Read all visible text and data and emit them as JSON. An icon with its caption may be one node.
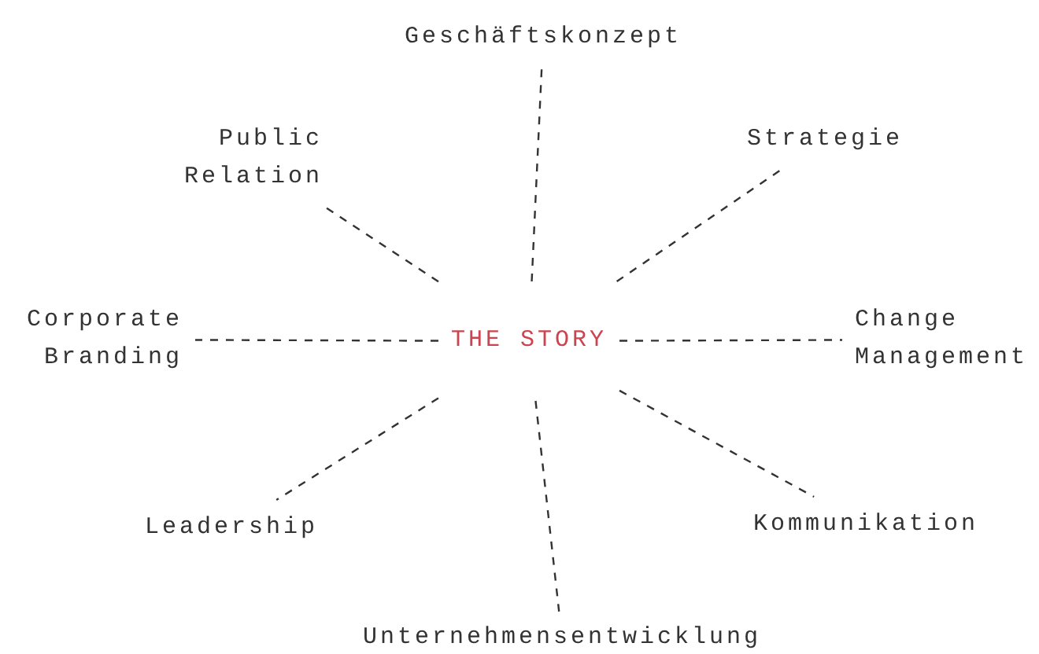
{
  "diagram": {
    "nodes": [
      {
        "text": [
          "THE STORY"
        ]
      },
      {
        "text": [
          "Geschäftskonzept"
        ]
      },
      {
        "text": [
          "Public Relation"
        ]
      },
      {
        "text": [
          "Strategie"
        ]
      },
      {
        "text": [
          "Corporate Branding"
        ]
      },
      {
        "text": [
          "Change Management"
        ]
      },
      {
        "text": [
          "Leadership"
        ]
      },
      {
        "text": [
          "Kommunikation"
        ]
      },
      {
        "text": [
          "Unternehmensentwicklung"
        ]
      }
    ],
    "edges": [
      {
        "from": 0,
        "to": 1,
        "arrow": "none",
        "style": "dashed"
      },
      {
        "from": 0,
        "to": 2,
        "arrow": "none",
        "style": "dashed"
      },
      {
        "from": 0,
        "to": 3,
        "arrow": "none",
        "style": "dashed"
      },
      {
        "from": 0,
        "to": 4,
        "arrow": "none",
        "style": "dashed"
      },
      {
        "from": 0,
        "to": 5,
        "arrow": "none",
        "style": "dashed"
      },
      {
        "from": 0,
        "to": 6,
        "arrow": "none",
        "style": "dashed"
      },
      {
        "from": 0,
        "to": 7,
        "arrow": "none",
        "style": "dashed"
      },
      {
        "from": 0,
        "to": 8,
        "arrow": "none",
        "style": "dashed"
      }
    ]
  }
}
